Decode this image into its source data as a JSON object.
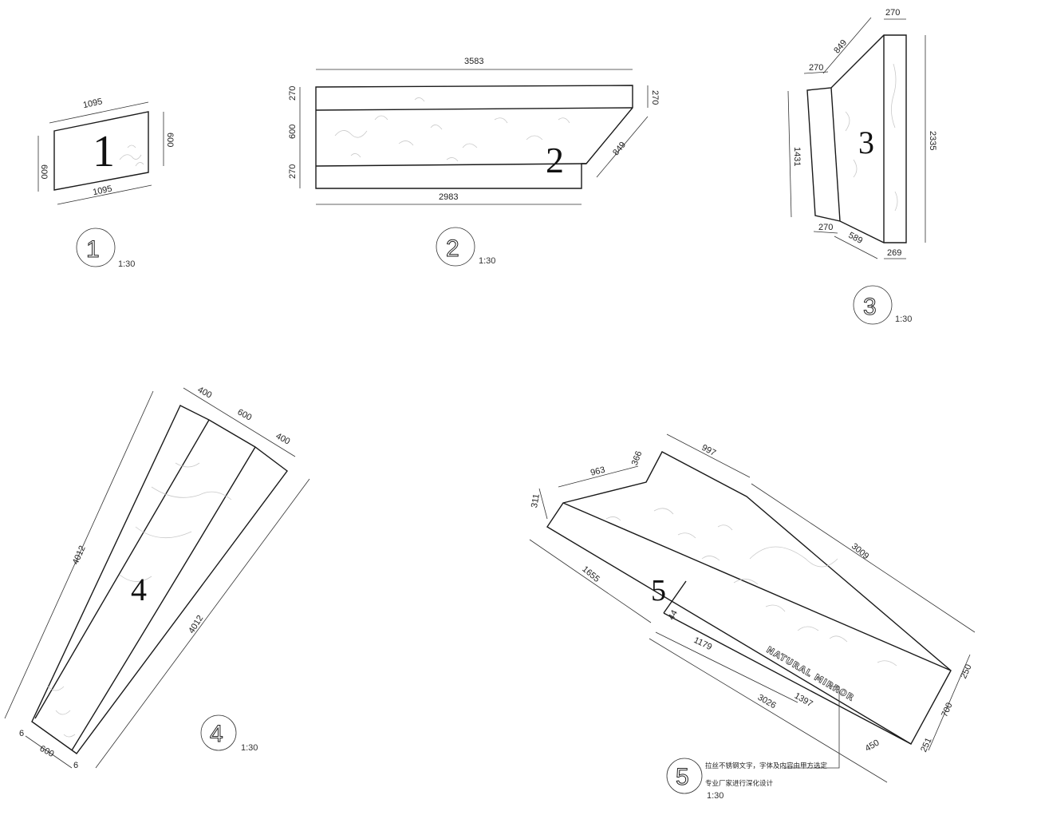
{
  "panels": [
    {
      "id": "p1",
      "label": "1",
      "badge": "1",
      "scale": "1:30",
      "dims": {
        "top": "1095",
        "bottom": "1095",
        "left": "600",
        "right": "600"
      }
    },
    {
      "id": "p2",
      "label": "2",
      "badge": "2",
      "scale": "1:30",
      "dims": {
        "top": "3583",
        "bottom": "2983",
        "left_top": "270",
        "left_mid": "600",
        "left_bottom": "270",
        "right": "270",
        "slope": "849"
      }
    },
    {
      "id": "p3",
      "label": "3",
      "badge": "3",
      "scale": "1:30",
      "dims": {
        "top": "270",
        "top_slope": "849",
        "top_left": "270",
        "left": "1431",
        "right": "2335",
        "bottom_left": "270",
        "bottom_slope": "589",
        "bottom_right": "269"
      }
    },
    {
      "id": "p4",
      "label": "4",
      "badge": "4",
      "scale": "1:30",
      "dims": {
        "top_a": "400",
        "top_b": "600",
        "top_c": "400",
        "left": "4012",
        "right": "4012",
        "bottom": "600",
        "corner_a": "6",
        "corner_b": "6"
      }
    },
    {
      "id": "p5",
      "label": "5",
      "badge": "5",
      "scale": "1:30",
      "dims": {
        "d311": "311",
        "d963": "963",
        "d366": "366",
        "d997": "997",
        "d3009": "3009",
        "d1655": "1655",
        "d44": "44",
        "d1179": "1179",
        "d3026": "3026",
        "d1397": "1397",
        "d450": "450",
        "d250": "250",
        "d700": "700",
        "d251": "251"
      },
      "logo_text": "NATURAL MIRROR",
      "note_line1": "拉丝不锈钢文字，字体及内容由甲方选定",
      "note_line2": "专业厂家进行深化设计"
    }
  ]
}
